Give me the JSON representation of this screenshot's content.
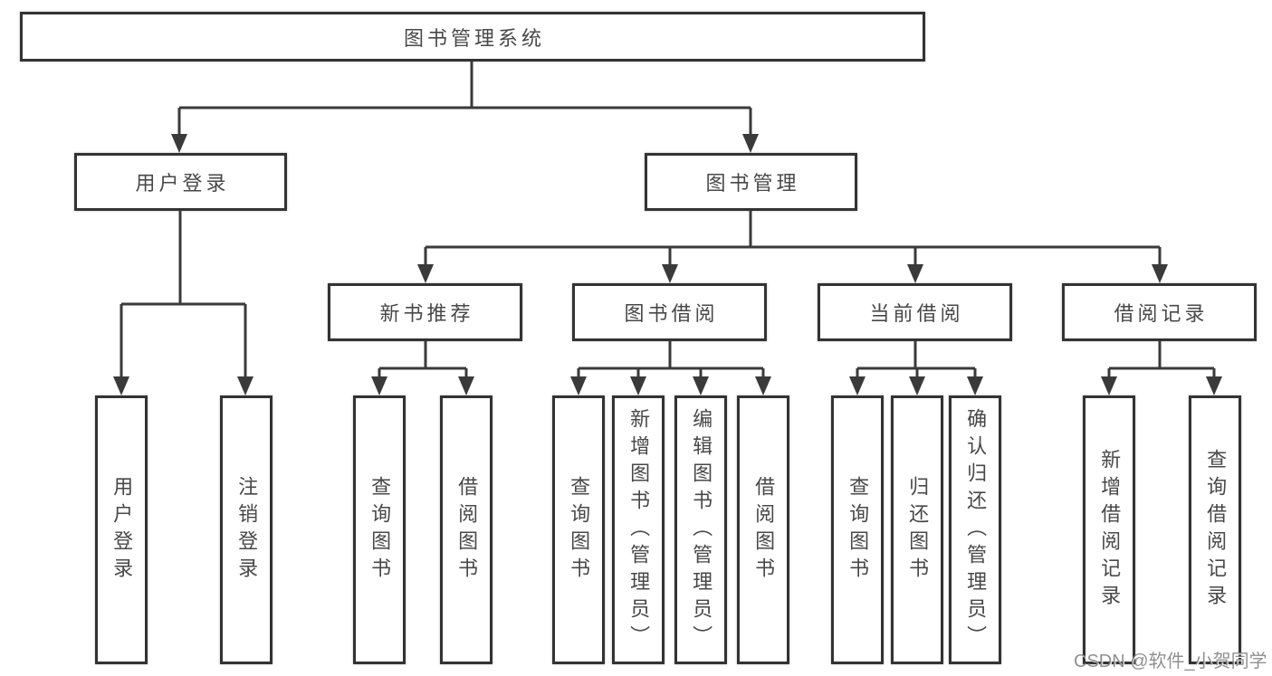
{
  "watermark": "CSDN @软件_小贺同学",
  "colors": {
    "line": "#3a3a3a",
    "box_border": "#333333",
    "text": "#484848",
    "watermark": "#7d7d7d",
    "background": "#ffffff"
  },
  "tree": {
    "root": {
      "label": "图书管理系统"
    },
    "level1": [
      {
        "label": "用户登录",
        "children": [
          "用户登录",
          "注销登录"
        ]
      },
      {
        "label": "图书管理",
        "children": [
          {
            "label": "新书推荐",
            "children": [
              "查询图书",
              "借阅图书"
            ]
          },
          {
            "label": "图书借阅",
            "children": [
              "查询图书",
              "新增图书（管理员）",
              "编辑图书（管理员）",
              "借阅图书"
            ]
          },
          {
            "label": "当前借阅",
            "children": [
              "查询图书",
              "归还图书",
              "确认归还（管理员）"
            ]
          },
          {
            "label": "借阅记录",
            "children": [
              "新增借阅记录",
              "查询借阅记录"
            ]
          }
        ]
      }
    ]
  }
}
